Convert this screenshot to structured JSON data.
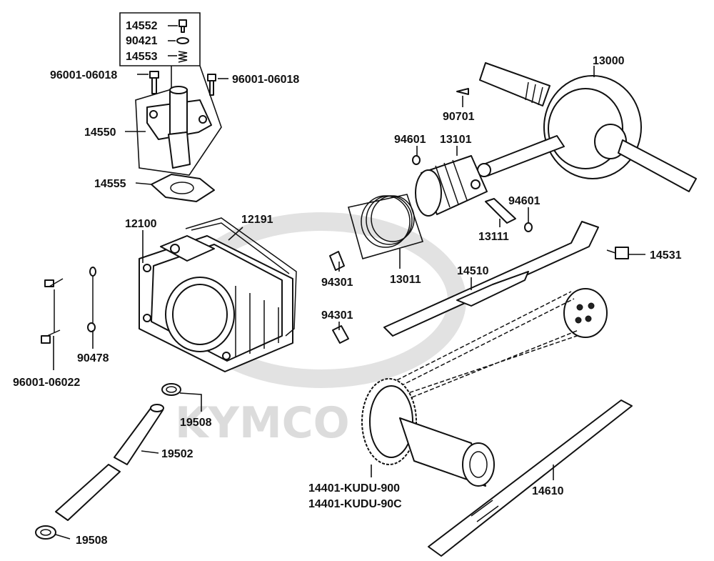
{
  "watermark": {
    "brand": "KYMCO"
  },
  "labels": {
    "p14552": "14552",
    "p90421": "90421",
    "p14553": "14553",
    "p96001_06018_left": "96001-06018",
    "p96001_06018_right": "96001-06018",
    "p14550": "14550",
    "p14555": "14555",
    "p12100": "12100",
    "p12191": "12191",
    "p96001_06022": "96001-06022",
    "p90478": "90478",
    "p19508_top": "19508",
    "p19502": "19502",
    "p19508_bottom": "19508",
    "p94301_top": "94301",
    "p94301_bottom": "94301",
    "p13011": "13011",
    "p13000": "13000",
    "p90701": "90701",
    "p94601_left": "94601",
    "p13101": "13101",
    "p94601_right": "94601",
    "p13111": "13111",
    "p14531": "14531",
    "p14510": "14510",
    "p14401_a": "14401-KUDU-900",
    "p14401_b": "14401-KUDU-90C",
    "p14610": "14610"
  }
}
